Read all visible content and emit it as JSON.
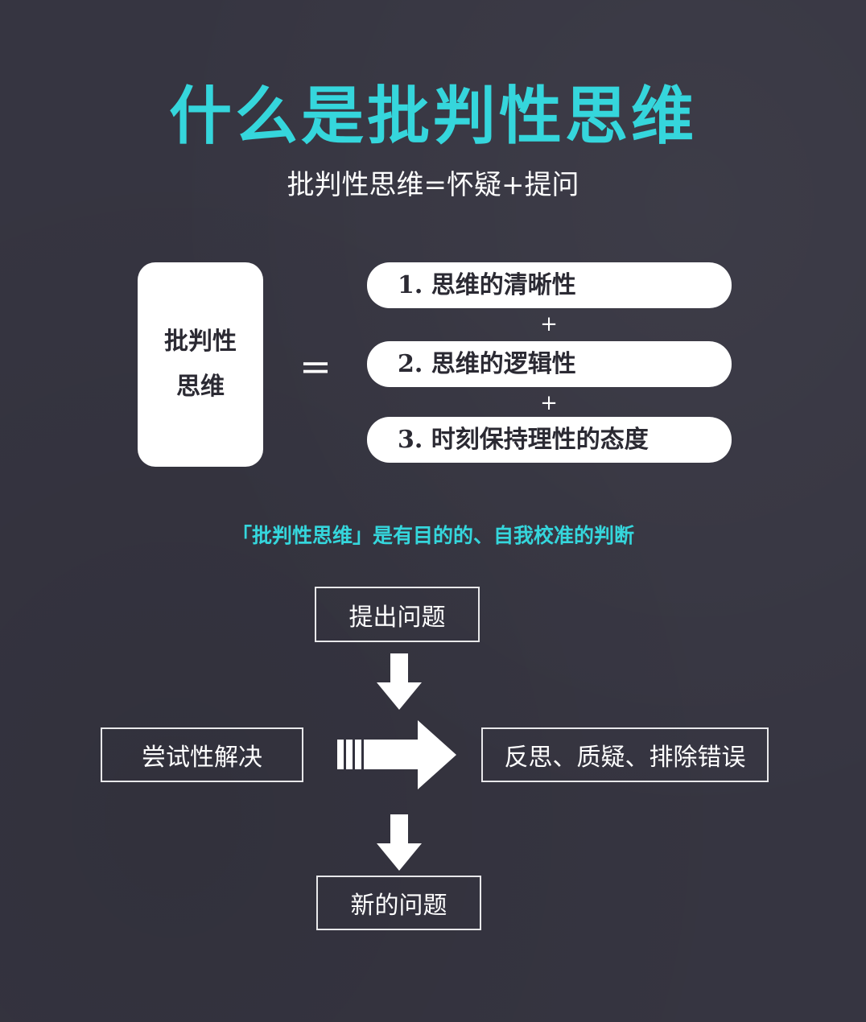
{
  "header": {
    "title": "什么是批判性思维",
    "subtitle": "批判性思维=怀疑+提问"
  },
  "equation": {
    "left_line1": "批判性",
    "left_line2": "思维",
    "equals_sign": "=",
    "components": [
      {
        "label": "1. 思维的清晰性"
      },
      {
        "label": "2. 思维的逻辑性"
      },
      {
        "label": "3. 时刻保持理性的态度"
      }
    ],
    "plus_sign": "+"
  },
  "tagline": "「批判性思维」是有目的的、自我校准的判断",
  "flow": {
    "top": "提出问题",
    "left": "尝试性解决",
    "right": "反思、质疑、排除错误",
    "bottom": "新的问题"
  },
  "colors": {
    "background": "#363541",
    "accent": "#35d6dc",
    "card": "#ffffff",
    "card_text": "#2b2a33"
  }
}
